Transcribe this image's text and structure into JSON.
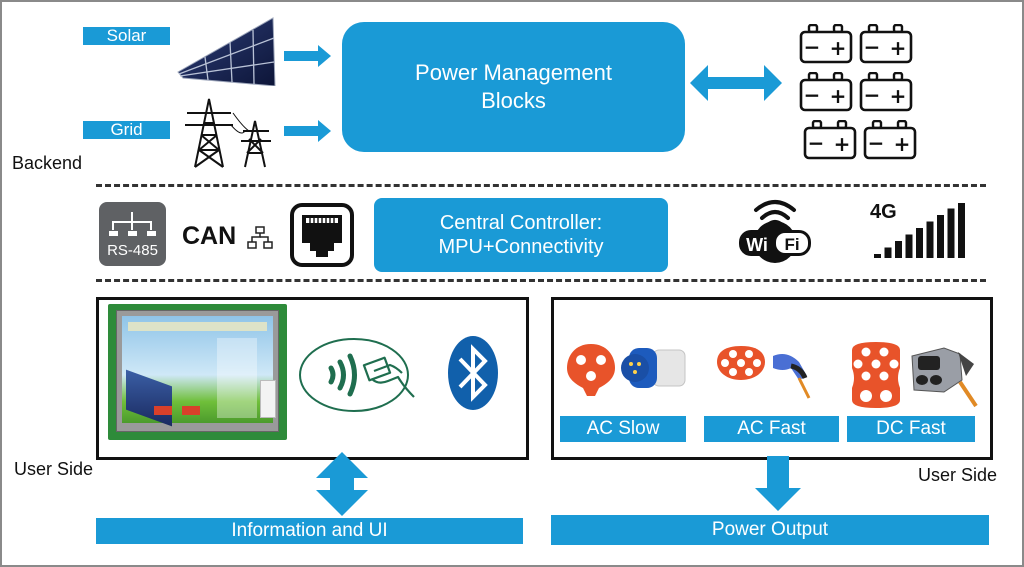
{
  "backend": {
    "section_label": "Backend",
    "sources": [
      {
        "label": "Solar",
        "icon": "solar-panel-icon"
      },
      {
        "label": "Grid",
        "icon": "transmission-tower-icon"
      }
    ],
    "power_management": {
      "line1": "Power Management",
      "line2": "Blocks"
    },
    "storage_icon": "battery-icon",
    "battery_count": 6,
    "battery_symbols": {
      "minus": "−",
      "plus": "+"
    }
  },
  "middle": {
    "interfaces": [
      {
        "label": "RS-485",
        "icon": "rs485-network-icon"
      },
      {
        "label": "CAN",
        "icon": "can-network-icon"
      },
      {
        "label": "",
        "icon": "ethernet-port-icon"
      }
    ],
    "central_controller": {
      "line1": "Central Controller:",
      "line2": "MPU+Connectivity"
    },
    "wireless": [
      {
        "label": "Wi Fi",
        "wi": "Wi",
        "fi": "Fi",
        "icon": "wifi-icon"
      },
      {
        "label": "4G",
        "icon": "cellular-signal-icon"
      }
    ]
  },
  "user_side": {
    "left_label": "User Side",
    "right_label": "User Side",
    "ui_devices": [
      {
        "name": "touch-screen-display",
        "icon": "touch-display-icon"
      },
      {
        "name": "nfc-card-reader",
        "icon": "nfc-icon"
      },
      {
        "name": "bluetooth",
        "icon": "bluetooth-icon"
      }
    ],
    "chargers": [
      {
        "label": "AC Slow",
        "icon": "ac-slow-connector-icon"
      },
      {
        "label": "AC Fast",
        "icon": "ac-fast-connector-icon"
      },
      {
        "label": "DC Fast",
        "icon": "dc-fast-connector-icon"
      }
    ],
    "info_bar": "Information and UI",
    "power_bar": "Power Output"
  },
  "colors": {
    "accent_blue": "#1a9ad6",
    "connector_orange": "#e8532a",
    "nfc_green": "#1f6e4f",
    "bluetooth_blue": "#1160ab",
    "rs485_gray": "#5f6164"
  }
}
